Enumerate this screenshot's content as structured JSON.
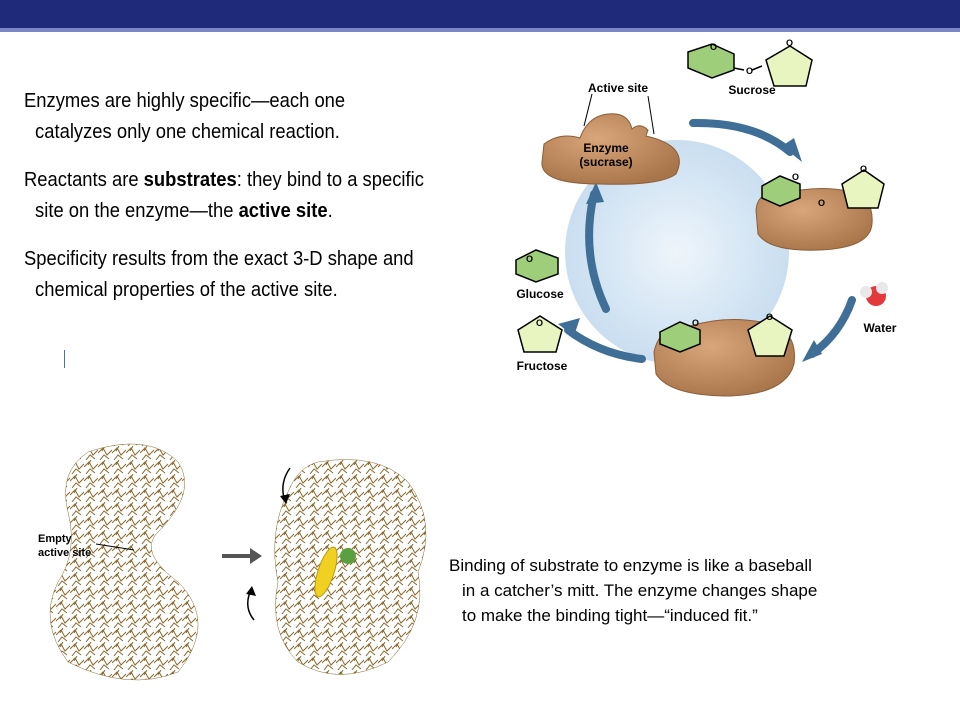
{
  "bullets": [
    {
      "line1": "Enzymes are highly specific—each one",
      "line2": "catalyzes only one chemical reaction."
    },
    {
      "part1": "Reactants are ",
      "bold1": "substrates",
      "part2": ": they bind to a specific",
      "part3": "site on the enzyme—the ",
      "bold2": "active site",
      "part4": "."
    },
    {
      "line1": "Specificity results from the exact 3-D shape and",
      "line2": "chemical properties of the active site."
    }
  ],
  "diagram": {
    "active_site_label": "Active site",
    "sucrose_label": "Sucrose",
    "enzyme_label_1": "Enzyme",
    "enzyme_label_2": "(sucrase)",
    "glucose_label": "Glucose",
    "fructose_label": "Fructose",
    "water_label": "Water"
  },
  "protein_figure": {
    "empty_site_line1": "Empty",
    "empty_site_line2": "active site"
  },
  "caption": {
    "line1": "Binding of substrate to enzyme is like a baseball",
    "line2": "in a catcher’s mitt. The enzyme changes shape",
    "line3": "to make the binding tight—“induced fit.”"
  },
  "colors": {
    "header": "#1f2a7a",
    "enzyme": "#c08a5a",
    "glucose": "#9fce7a",
    "fructose": "#e9f5c0",
    "arrow": "#3f6f96",
    "circle": "#d8e8f5",
    "protein": "#8a6a2e",
    "substrate_yellow": "#f0d020",
    "substrate_green": "#5aa040"
  }
}
